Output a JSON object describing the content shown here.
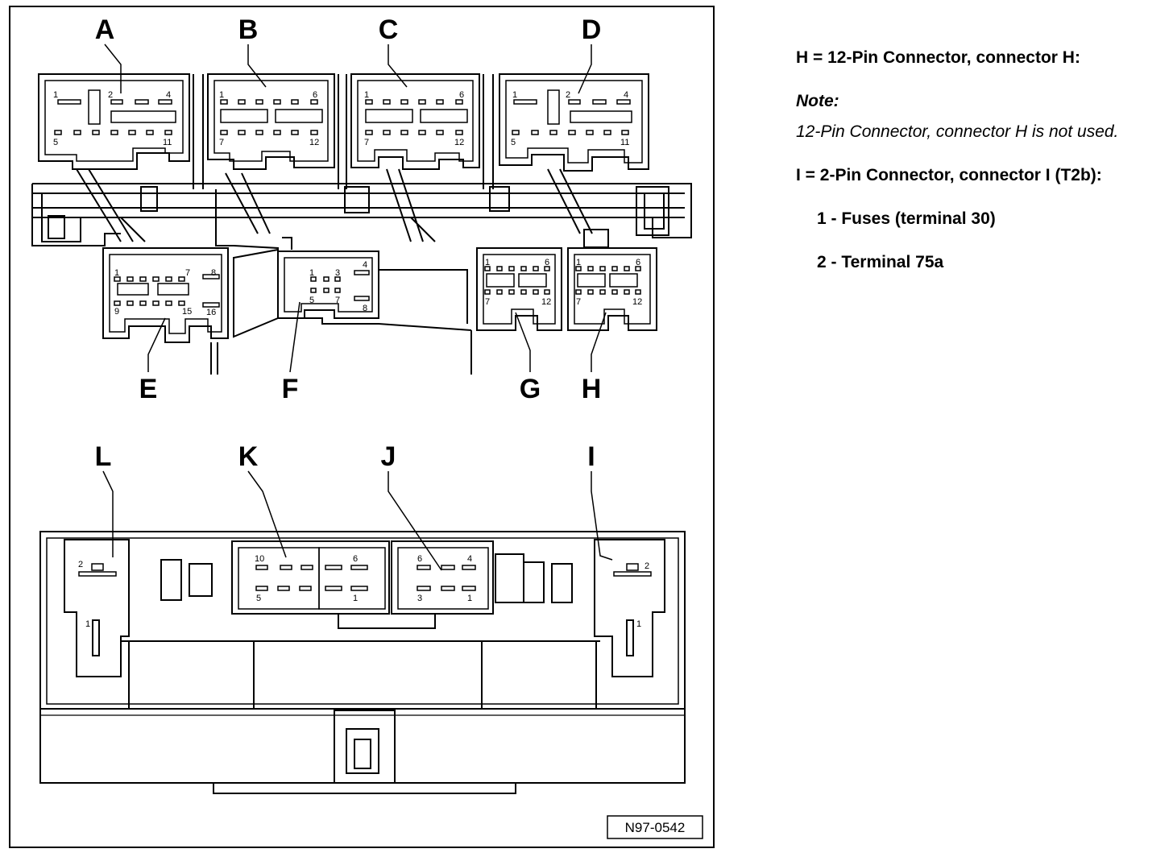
{
  "diagram": {
    "figure_id": "N97-0542",
    "connectors": {
      "A": {
        "label": "A",
        "pins": {
          "p1": "1",
          "p2": "2",
          "p4": "4",
          "p5": "5",
          "p11": "11"
        }
      },
      "B": {
        "label": "B",
        "pins": {
          "p1": "1",
          "p6": "6",
          "p7": "7",
          "p12": "12"
        }
      },
      "C": {
        "label": "C",
        "pins": {
          "p1": "1",
          "p6": "6",
          "p7": "7",
          "p12": "12"
        }
      },
      "D": {
        "label": "D",
        "pins": {
          "p1": "1",
          "p2": "2",
          "p4": "4",
          "p5": "5",
          "p11": "11"
        }
      },
      "E": {
        "label": "E",
        "pins": {
          "p1": "1",
          "p7": "7",
          "p8": "8",
          "p9": "9",
          "p15": "15",
          "p16": "16"
        }
      },
      "F": {
        "label": "F",
        "pins": {
          "p1": "1",
          "p3": "3",
          "p4": "4",
          "p5": "5",
          "p7": "7",
          "p8": "8"
        }
      },
      "G": {
        "label": "G",
        "pins": {
          "p1": "1",
          "p6": "6",
          "p7": "7",
          "p12": "12"
        }
      },
      "H": {
        "label": "H",
        "pins": {
          "p1": "1",
          "p6": "6",
          "p7": "7",
          "p12": "12"
        }
      },
      "I": {
        "label": "I",
        "pins": {
          "p1": "1",
          "p2": "2"
        }
      },
      "J": {
        "label": "J",
        "pins": {
          "p1": "1",
          "p3": "3",
          "p4": "4",
          "p6": "6"
        }
      },
      "K": {
        "label": "K",
        "pins": {
          "p1": "1",
          "p5": "5",
          "p6": "6",
          "p10": "10"
        }
      },
      "L": {
        "label": "L",
        "pins": {
          "p1": "1",
          "p2": "2"
        }
      }
    }
  },
  "notes": {
    "h_heading": "H = 12-Pin Connector, connector H:",
    "note_label": "Note:",
    "note_text": "12-Pin Connector, connector H is not used.",
    "i_heading": "I = 2-Pin Connector, connector I (T2b):",
    "i_items": [
      {
        "text": "1 - Fuses (terminal 30)"
      },
      {
        "text": "2 - Terminal 75a"
      }
    ]
  }
}
